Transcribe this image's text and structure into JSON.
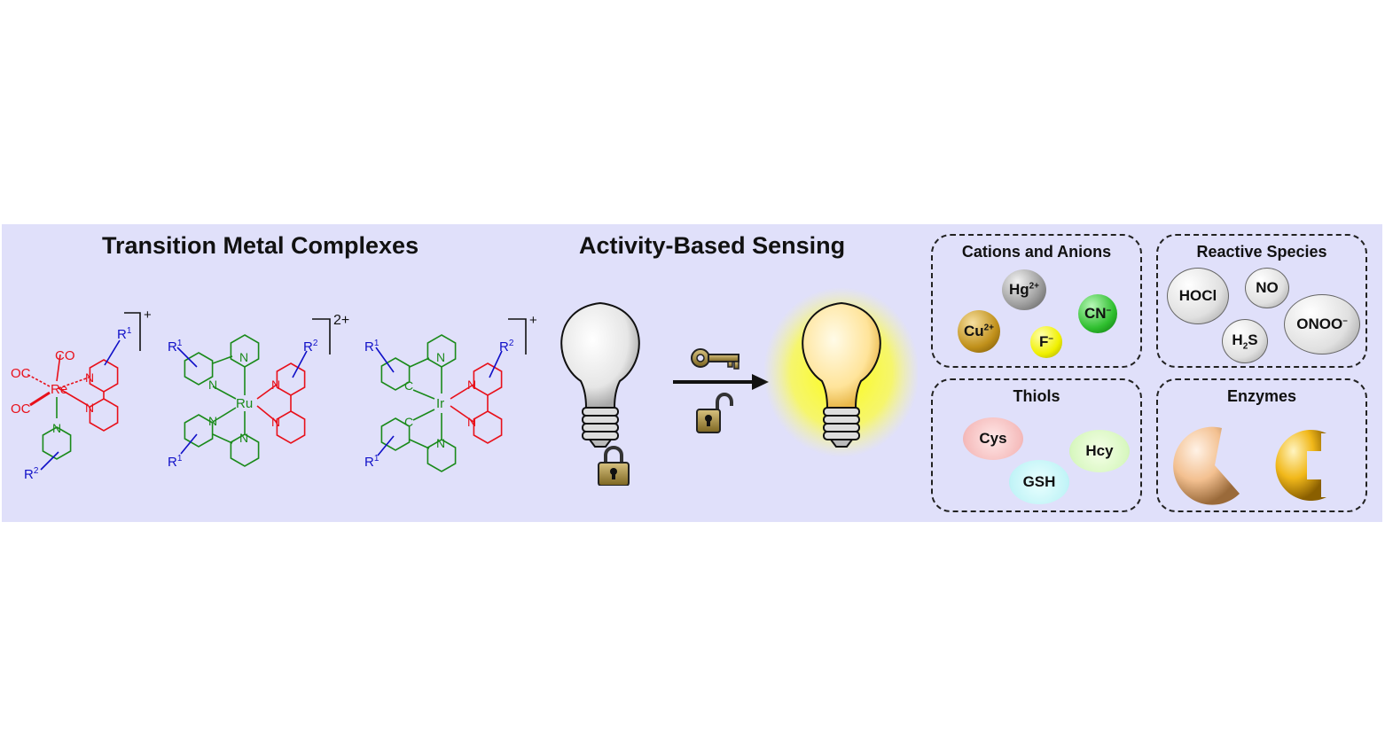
{
  "headings": {
    "tmc": "Transition Metal Complexes",
    "abs": "Activity-Based Sensing"
  },
  "complexes": {
    "re": {
      "metal": "Re",
      "co_top": "CO",
      "oc_left_top": "OC",
      "oc_left_bottom": "OC",
      "n": "N",
      "r1": "R",
      "r1_sup": "1",
      "r2": "R",
      "r2_sup": "2",
      "charge": "+"
    },
    "ru": {
      "metal": "Ru",
      "n": "N",
      "r": "R",
      "r1_sup": "1",
      "r2_sup": "2",
      "charge": "2+"
    },
    "ir": {
      "metal": "Ir",
      "n": "N",
      "c": "C",
      "r": "R",
      "r1_sup": "1",
      "r2_sup": "2",
      "charge": "+"
    }
  },
  "analytes": {
    "cations_anions": {
      "title": "Cations and Anions",
      "hg": "Hg",
      "hg_sup": "2+",
      "cn": "CN",
      "cn_sup": "–",
      "cu": "Cu",
      "cu_sup": "2+",
      "f": "F",
      "f_sup": "–"
    },
    "reactive": {
      "title": "Reactive Species",
      "hocl": "HOCl",
      "no": "NO",
      "h2s_h": "H",
      "h2s_sub": "2",
      "h2s_s": "S",
      "onoo": "ONOO",
      "onoo_sup": "–"
    },
    "thiols": {
      "title": "Thiols",
      "cys": "Cys",
      "hcy": "Hcy",
      "gsh": "GSH"
    },
    "enzymes": {
      "title": "Enzymes"
    }
  },
  "colors": {
    "panel": "#e0e0fa",
    "ligand_red": "#e8101a",
    "ligand_green": "#1a8a1a",
    "substituent_blue": "#1010c8",
    "bulb_glow": "#ffff00",
    "bulb_on": "#ffe9a8"
  }
}
